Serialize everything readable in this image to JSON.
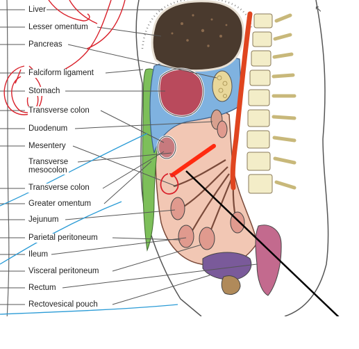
{
  "labels": {
    "liver": "Liver",
    "lesser_omentum": "Lesser omentum",
    "pancreas": "Pancreas",
    "falciform_ligament": "Falciform ligament",
    "stomach": "Stomach",
    "transverse_colon_top": "Transverse colon",
    "duodenum": "Duodenum",
    "mesentery": "Mesentery",
    "transverse_mesocolon": "Transverse\nmesocolon",
    "transverse_colon_lower": "Transverse colon",
    "greater_omentum": "Greater omentum",
    "jejunum": "Jejunum",
    "parietal_peritoneum": "Parietal peritoneum",
    "ileum": "Ileum",
    "visceral_peritoneum": "Visceral peritoneum",
    "rectum": "Rectum",
    "rectovesical_pouch": "Rectovesical pouch"
  },
  "cursor_icon": "arrow-cursor",
  "colors": {
    "liver": "#4a3a2e",
    "stomach": "#b94a5c",
    "peritoneal_cavity": "#f2c7b4",
    "lesser_sac": "#7fb2e0",
    "greater_omentum": "#7dbf5a",
    "aorta": "#e0451f",
    "annotation_red": "#d9202a",
    "annotation_blue": "#2a9bd6",
    "annotation_black": "#000000"
  }
}
